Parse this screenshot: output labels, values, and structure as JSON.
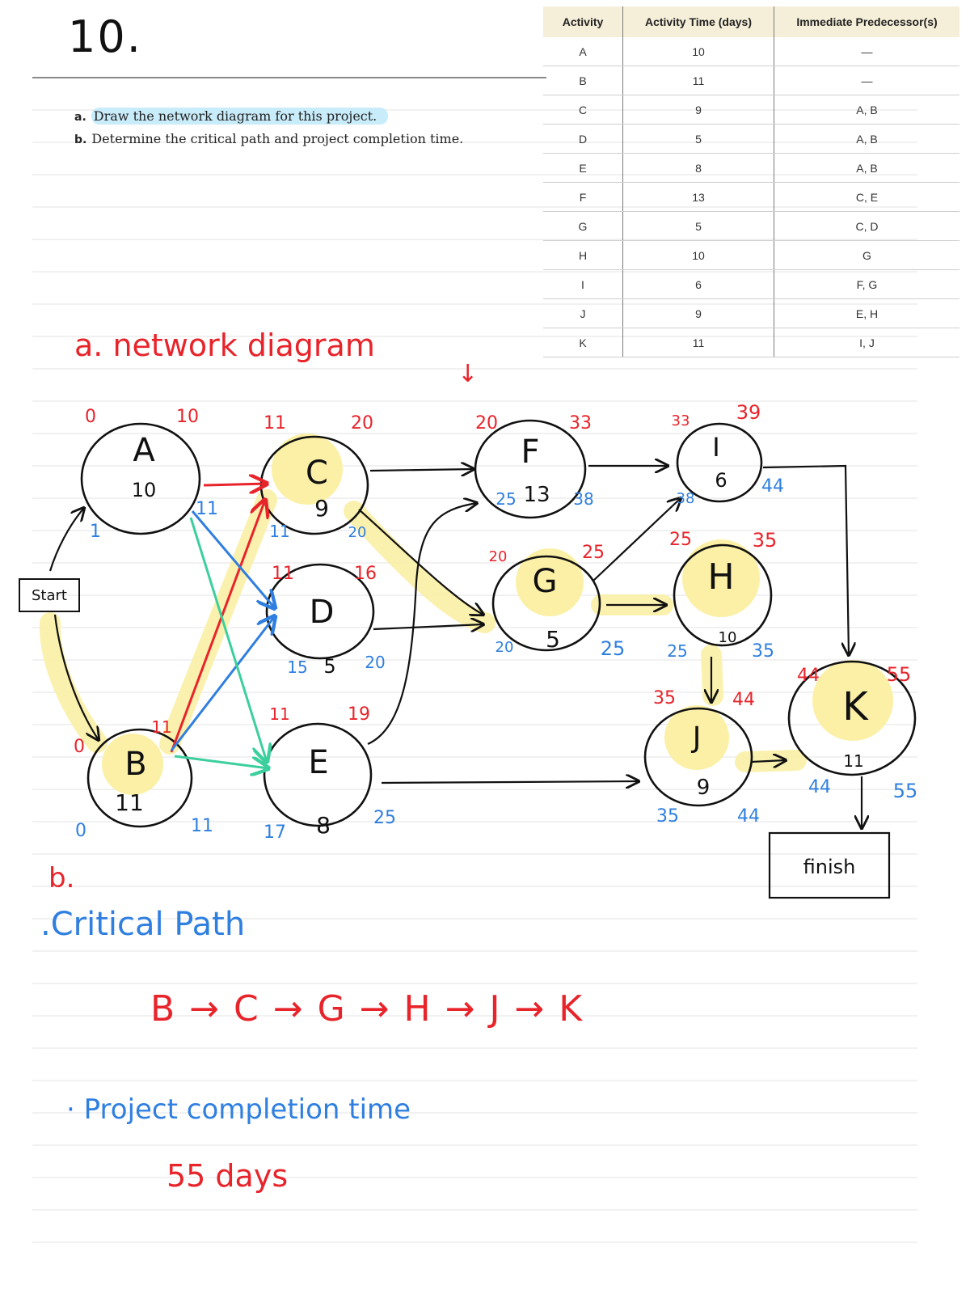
{
  "problem_number": "10.",
  "questions": [
    {
      "letter": "a.",
      "text": "Draw the network diagram for this project."
    },
    {
      "letter": "b.",
      "text": "Determine the critical path and project completion time."
    }
  ],
  "activity_table": {
    "headers": [
      "Activity",
      "Activity Time (days)",
      "Immediate Predecessor(s)"
    ],
    "rows": [
      [
        "A",
        "10",
        "—"
      ],
      [
        "B",
        "11",
        "—"
      ],
      [
        "C",
        "9",
        "A, B"
      ],
      [
        "D",
        "5",
        "A, B"
      ],
      [
        "E",
        "8",
        "A, B"
      ],
      [
        "F",
        "13",
        "C, E"
      ],
      [
        "G",
        "5",
        "C, D"
      ],
      [
        "H",
        "10",
        "G"
      ],
      [
        "I",
        "6",
        "F, G"
      ],
      [
        "J",
        "9",
        "E, H"
      ],
      [
        "K",
        "11",
        "I, J"
      ]
    ]
  },
  "part_a_heading": "a. network diagram",
  "start_label": "Start",
  "finish_label": "finish",
  "nodes": [
    {
      "id": "A",
      "time": "10",
      "es": "0",
      "ef": "10",
      "ls": "1",
      "lf": "11"
    },
    {
      "id": "B",
      "time": "11",
      "es": "0",
      "ef": "11",
      "ls": "0",
      "lf": "11"
    },
    {
      "id": "C",
      "time": "9",
      "es": "11",
      "ef": "20",
      "ls": "11",
      "lf": "20"
    },
    {
      "id": "D",
      "time": "5",
      "es": "11",
      "ef": "16",
      "ls": "15",
      "lf": "20"
    },
    {
      "id": "E",
      "time": "8",
      "es": "11",
      "ef": "19",
      "ls": "17",
      "lf": "25"
    },
    {
      "id": "F",
      "time": "13",
      "es": "20",
      "ef": "33",
      "ls": "25",
      "lf": "38"
    },
    {
      "id": "G",
      "time": "5",
      "es": "20",
      "ef": "25",
      "ls": "20",
      "lf": "25"
    },
    {
      "id": "H",
      "time": "10",
      "es": "25",
      "ef": "35",
      "ls": "25",
      "lf": "35"
    },
    {
      "id": "I",
      "time": "6",
      "es": "33",
      "ef": "39",
      "ls": "38",
      "lf": "44"
    },
    {
      "id": "J",
      "time": "9",
      "es": "35",
      "ef": "44",
      "ls": "35",
      "lf": "44"
    },
    {
      "id": "K",
      "time": "11",
      "es": "44",
      "ef": "55",
      "ls": "44",
      "lf": "55"
    }
  ],
  "part_b": {
    "label": "b.",
    "critical_path_heading": "Critical Path",
    "critical_path": "B → C → G → H → J → K",
    "completion_heading": "Project completion time",
    "completion_value": "55 days"
  },
  "colors": {
    "ink": "#111111",
    "red": "#e8242b",
    "blue": "#2f7fe0",
    "green": "#3ccf9e",
    "highlight": "#fbf0a6",
    "table_header": "#f5efd9",
    "question_highlight": "#c9ecfa"
  }
}
